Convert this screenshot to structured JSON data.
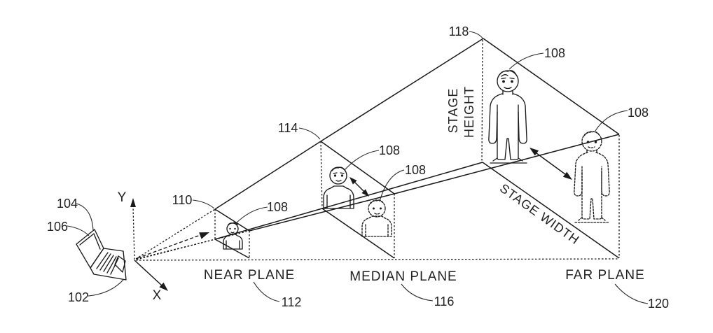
{
  "colors": {
    "ink": "#1a1a1a",
    "background": "#ffffff"
  },
  "axes": {
    "x_label": "X",
    "y_label": "Y"
  },
  "reference_numerals": {
    "laptop": "102",
    "laptop_display": "104",
    "laptop_display_inner": "106",
    "person_near": "108",
    "person_median_front": "108",
    "person_median_back": "108",
    "person_far_front": "108",
    "person_far_back": "108",
    "view_frustum_edge": "110",
    "near_plane": "112",
    "median_plane_corner": "114",
    "median_plane": "116",
    "far_plane_apex": "118",
    "far_plane": "120"
  },
  "plane_labels": {
    "near": "NEAR PLANE",
    "median": "MEDIAN PLANE",
    "far": "FAR PLANE"
  },
  "stage_labels": {
    "height_line1": "STAGE",
    "height_line2": "HEIGHT",
    "width": "STAGE WIDTH"
  }
}
